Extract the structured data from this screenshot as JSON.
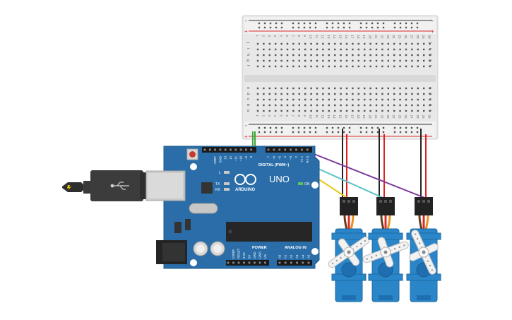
{
  "breadboard": {
    "rail_plus": "+",
    "rail_minus": "-",
    "rows_top": [
      "j",
      "i",
      "h",
      "g",
      "f"
    ],
    "rows_bottom": [
      "e",
      "d",
      "c",
      "b",
      "a"
    ],
    "column_count": 30
  },
  "arduino": {
    "brand": "ARDUINO",
    "model": "UNO",
    "digital_label": "DIGITAL (PWM~)",
    "power_label": "POWER",
    "analog_label": "ANALOG IN",
    "on_label": "ON",
    "led_l": "L",
    "led_tx": "TX",
    "led_rx": "RX",
    "header_top": [
      "AREF",
      "GND",
      "13",
      "12",
      "~11",
      "~10",
      "~9",
      "8",
      "7",
      "~6",
      "~5",
      "4",
      "~3",
      "2",
      "TX 1",
      "RX 0"
    ],
    "header_power": [
      "IOREF",
      "RESET",
      "3.3V",
      "5V",
      "GND",
      "GND",
      "Vin"
    ],
    "header_analog": [
      "A0",
      "A1",
      "A2",
      "A3",
      "A4",
      "A5"
    ]
  },
  "servos": {
    "count": 3,
    "body_color": "#2a86c8"
  },
  "wires": {
    "ground": "#222222",
    "power": "#e02020",
    "signal_1": "#e6c619",
    "signal_2": "#5bc2c9",
    "signal_3": "#7b3a9b",
    "arduino_power": "#3aa63a"
  },
  "colors": {
    "board": "#2a6da8",
    "breadboard": "#eaeaea",
    "usb": "#3c3c3c"
  }
}
